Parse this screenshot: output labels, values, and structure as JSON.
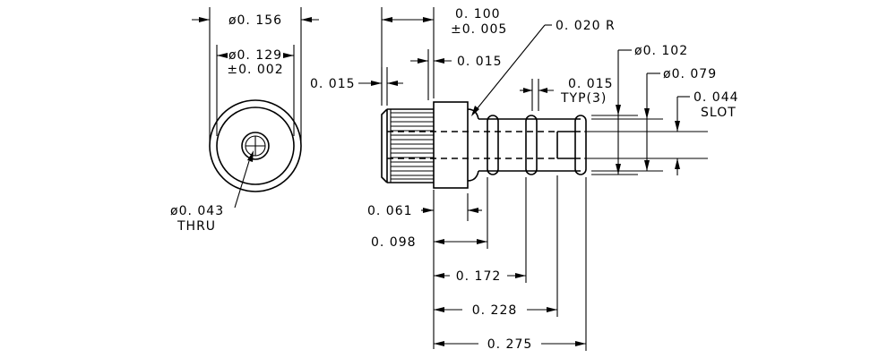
{
  "dimensions": {
    "dia_outer": "ø0. 156",
    "dia_inner": "ø0. 129",
    "dia_inner_tol": "±0. 002",
    "hole_dia": "ø0. 043",
    "hole_note": "THRU",
    "head_length": "0. 100",
    "head_length_tol": "±0. 005",
    "chamfer": "0. 015",
    "knurl_offset": "0. 015",
    "radius": "0. 020 R",
    "dia_groove": "ø0. 102",
    "dia_shaft": "ø0. 079",
    "groove_width": "0. 015",
    "groove_width_note": "TYP(3)",
    "slot_width": "0. 044",
    "slot_label": "SLOT",
    "dim_061": "0. 061",
    "dim_098": "0. 098",
    "dim_172": "0. 172",
    "dim_228": "0. 228",
    "dim_275": "0. 275"
  }
}
